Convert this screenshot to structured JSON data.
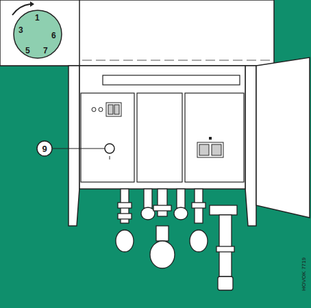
{
  "diagram": {
    "nodes": [
      {
        "text": [
          "1",
          "6",
          "7",
          "5",
          "3"
        ]
      },
      {
        "text": [
          "9"
        ]
      }
    ],
    "labels": [
      "HOVOK 7719"
    ]
  }
}
